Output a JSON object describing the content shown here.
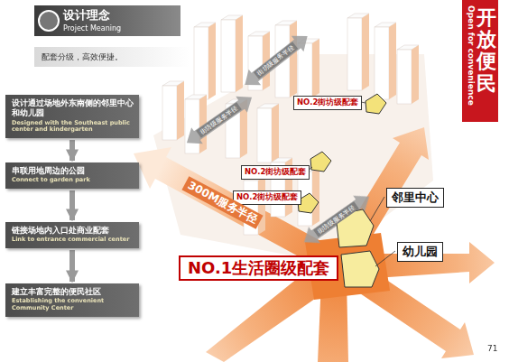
{
  "diagram": {
    "title": "设计理念",
    "nodes": [
      {
        "text": [
          "开放便民",
          "Open for convenience"
        ]
      },
      {
        "text": [
          "设计通过场地外东南侧的邻里中心和幼儿园",
          "Designed with the Southeast public center and kindergarten"
        ]
      },
      {
        "text": [
          "串联用地周边的公园",
          "Connect to garden park"
        ]
      },
      {
        "text": [
          "链接场地内入口处商业配套",
          "Link to entrance commercial center"
        ]
      },
      {
        "text": [
          "建立丰富完整的便民社区",
          "Establishing the convenient Community Center"
        ]
      },
      {
        "text": [
          "NO.2街坊级配套"
        ]
      },
      {
        "text": [
          "NO.2街坊级配套"
        ]
      },
      {
        "text": [
          "NO.2街坊级配套"
        ]
      },
      {
        "text": [
          "邻里中心"
        ]
      },
      {
        "text": [
          "幼儿园"
        ]
      },
      {
        "text": [
          "NO.1生活圈级配套"
        ]
      }
    ],
    "edges": [
      {
        "from": 1,
        "to": 2,
        "arrow": "to"
      },
      {
        "from": 2,
        "to": 3,
        "arrow": "to"
      },
      {
        "from": 3,
        "to": 4,
        "arrow": "to"
      }
    ],
    "labels": [
      "Project Meaning",
      "配套分级，高效便捷。",
      "300M服务半径",
      "街坊级服务半径",
      "街坊级服务半径",
      "街坊级服务半径",
      "71"
    ]
  }
}
